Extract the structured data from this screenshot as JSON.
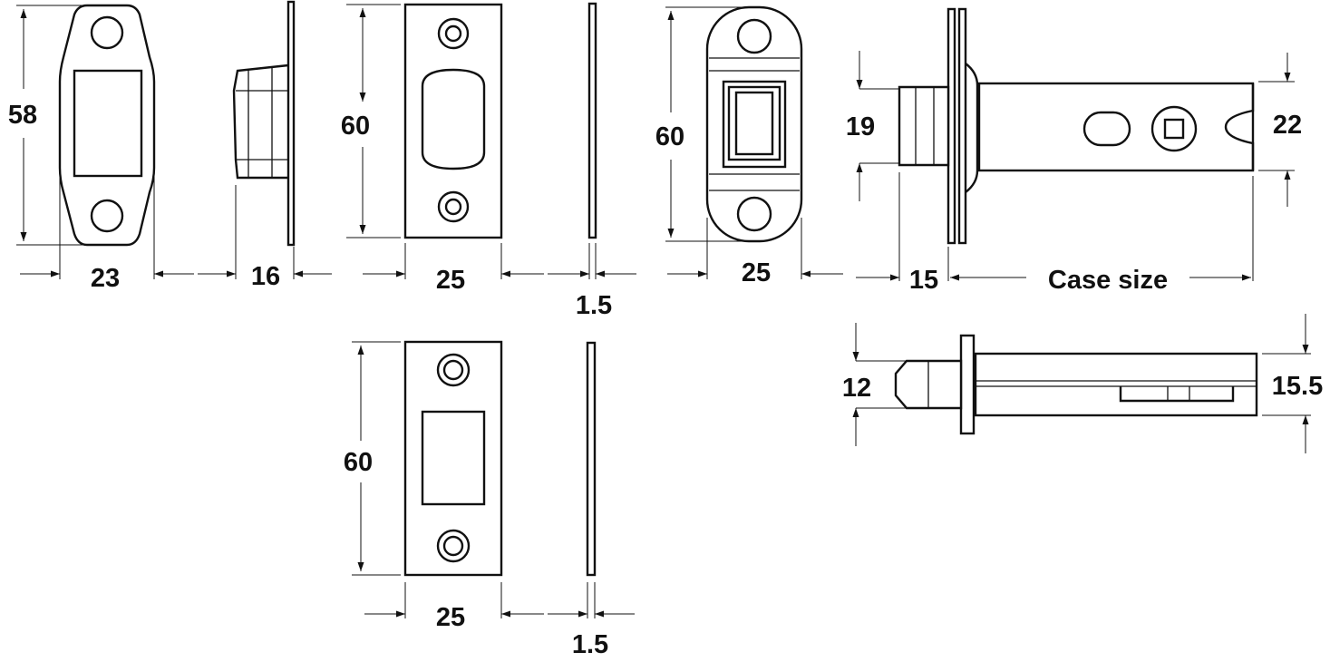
{
  "colors": {
    "line": "#111111",
    "background": "#ffffff"
  },
  "dimensions": {
    "strike_plate": {
      "height": "58",
      "width": "23",
      "depth": "16"
    },
    "forend_rounded": {
      "height": "60",
      "width": "25",
      "thickness": "1.5"
    },
    "forend_striker_box": {
      "height": "60",
      "width": "25"
    },
    "latch_side": {
      "bolt_height": "19",
      "case_height": "22",
      "forend_offset": "15",
      "case_size_label": "Case size"
    },
    "deadbolt_top": {
      "bolt_height": "12",
      "case_height": "15.5"
    },
    "striker_plate": {
      "height": "60",
      "width": "25",
      "thickness": "1.5"
    }
  }
}
